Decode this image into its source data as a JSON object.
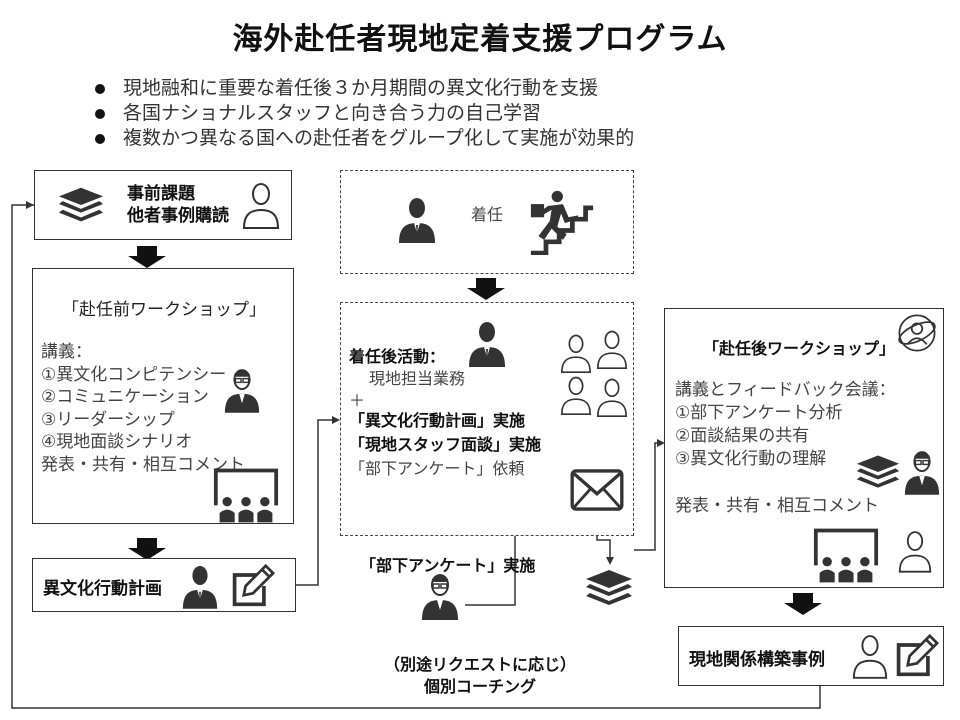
{
  "title": "海外赴任者現地定着支援プログラム",
  "bullets": [
    "現地融和に重要な着任後３か月期間の異文化行動を支援",
    "各国ナショナルスタッフと向き合う力の自己学習",
    "複数かつ異なる国への赴任者をグループ化して実施が効果的"
  ],
  "pre_task": {
    "line1": "事前課題",
    "line2": "他者事例購読"
  },
  "pre_workshop": {
    "title": "「赴任前ワークショップ」",
    "items": [
      "講義：",
      "①異文化コンピテンシー",
      "②コミュニケーション",
      "③リーダーシップ",
      "④現地面談シナリオ",
      "発表・共有・相互コメント"
    ]
  },
  "action_plan": {
    "label": "異文化行動計画"
  },
  "arrival": {
    "label": "着任"
  },
  "post_arrival": {
    "heading": "着任後活動：",
    "work": "現地担当業務",
    "plus": "＋",
    "bold1": "「異文化行動計画」実施",
    "bold2": "「現地スタッフ面談」実施",
    "request": "「部下アンケート」依頼"
  },
  "survey": {
    "label": "「部下アンケート」実施"
  },
  "post_workshop": {
    "title": "「赴任後ワークショップ」",
    "items": [
      "講義とフィードバック会議：",
      "①部下アンケート分析",
      "②面談結果の共有",
      "③異文化行動の理解"
    ],
    "footer": "発表・共有・相互コメント"
  },
  "local_cases": {
    "label": "現地関係構築事例"
  },
  "coaching": {
    "line1": "（別途リクエストに応じ）",
    "line2": "個別コーチング"
  },
  "colors": {
    "icon": "#333333",
    "border": "#333333"
  }
}
